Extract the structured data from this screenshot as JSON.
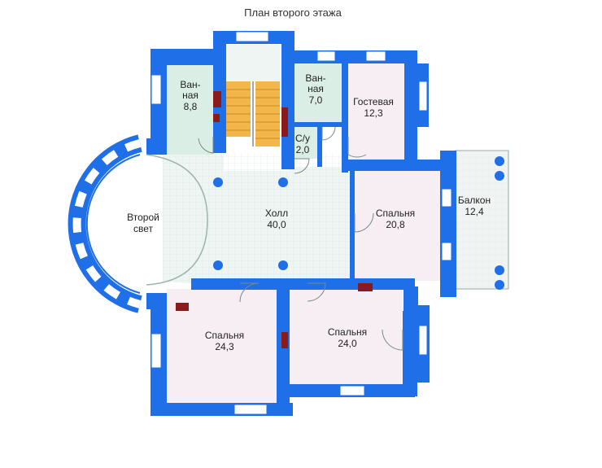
{
  "title": "План второго этажа",
  "colors": {
    "wall": "#1f6fe8",
    "bath": "#dbeee6",
    "hall": "#eef5f3",
    "bedroom": "#f6eef2",
    "balcony": "#f1f4f2",
    "stair": "#f2b64a",
    "column": "#1f6fe8",
    "window": "#ffffff"
  },
  "rooms": {
    "bath1": {
      "line1": "Ван-",
      "line2": "ная",
      "area": "8,8"
    },
    "bath2": {
      "line1": "Ван-",
      "line2": "ная",
      "area": "7,0"
    },
    "guest": {
      "name": "Гостевая",
      "area": "12,3"
    },
    "wc": {
      "name": "С/у",
      "area": "2,0"
    },
    "light": {
      "line1": "Второй",
      "line2": "свет"
    },
    "hall": {
      "name": "Холл",
      "area": "40,0"
    },
    "bed1": {
      "name": "Спальня",
      "area": "20,8"
    },
    "balcony": {
      "name": "Балкон",
      "area": "12,4"
    },
    "bed2": {
      "name": "Спальня",
      "area": "24,3"
    },
    "bed3": {
      "name": "Спальня",
      "area": "24,0"
    }
  }
}
